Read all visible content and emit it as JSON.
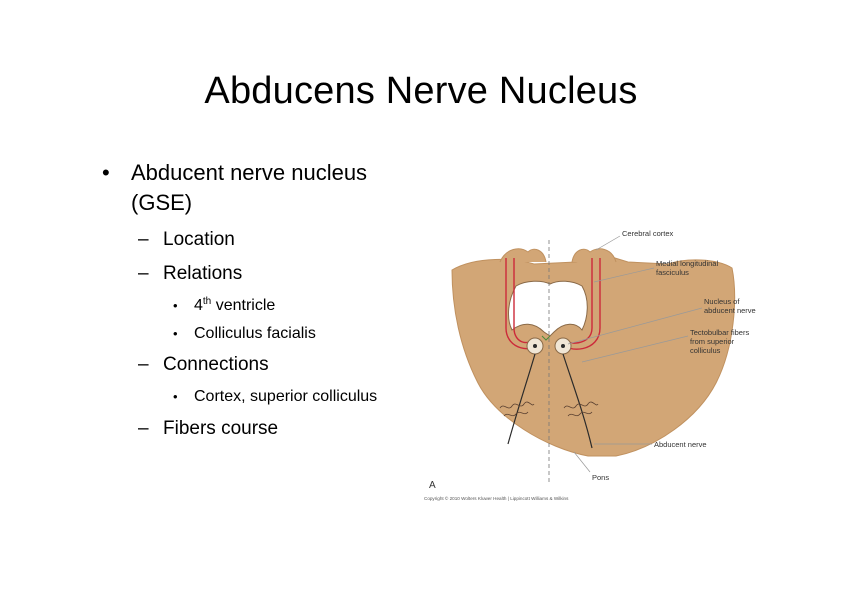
{
  "slide": {
    "title": "Abducens Nerve Nucleus"
  },
  "bullets": {
    "main": {
      "mark": "•",
      "text_line1": "Abducent nerve nucleus",
      "text_line2": "(GSE)"
    },
    "dash": "–",
    "small_mark": "•",
    "location": "Location",
    "relations": "Relations",
    "relations_sub": {
      "ventricle_num": "4",
      "ventricle_sup": "th",
      "ventricle_rest": " ventricle",
      "colliculus": "Colliculus facialis"
    },
    "connections": "Connections",
    "connections_sub": {
      "cortex": "Cortex, superior colliculus"
    },
    "fibers": "Fibers course"
  },
  "figure": {
    "labels": {
      "cerebral_cortex": "Cerebral cortex",
      "mlf_line1": "Medial longitudinal",
      "mlf_line2": "fasciculus",
      "nucleus_line1": "Nucleus of",
      "nucleus_line2": "abducent nerve",
      "tecto_line1": "Tectobulbar fibers",
      "tecto_line2": "from superior",
      "tecto_line3": "colliculus",
      "abducent_nerve": "Abducent nerve",
      "pons": "Pons"
    },
    "panel_letter": "A",
    "copyright": "Copyright © 2010 Wolters Kluwer Health | Lippincott Williams & Wilkins",
    "colors": {
      "tissue": "#d2a676",
      "tissue_edge": "#c0915f",
      "fiber": "#cc2a3a",
      "nerve": "#2a2a2a",
      "leader": "#999999"
    }
  }
}
